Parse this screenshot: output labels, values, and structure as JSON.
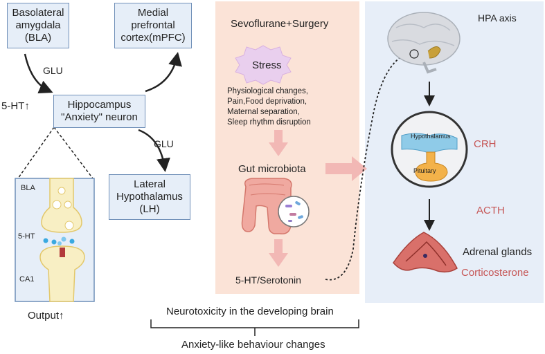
{
  "left": {
    "bla_box": "Basolateral amygdala (BLA)",
    "mpfc_box": "Medial prefrontal cortex(mPFC)",
    "hippocampus_box": "Hippocampus \"Anxiety\" neuron",
    "lh_box": "Lateral Hypothalamus (LH)",
    "glu_top": "GLU",
    "glu_bottom": "GLU",
    "serotonin_up": "5-HT↑",
    "synapse_bla": "BLA",
    "synapse_5ht": "5-HT",
    "synapse_ca1": "CA1",
    "output": "Output↑"
  },
  "middle": {
    "title": "Sevoflurane+Surgery",
    "stress": "Stress",
    "causes": [
      "Physiological changes,",
      "Pain,Food deprivation,",
      "Maternal separation,",
      "Sleep rhythm disruption"
    ],
    "gut": "Gut microbiota",
    "serotonin": "5-HT/Serotonin"
  },
  "right": {
    "title": "HPA axis",
    "hypothalamus": "Hypothalamus",
    "pituitary": "Pituitary",
    "crh": "CRH",
    "acth": "ACTH",
    "adrenal": "Adrenal glands",
    "corticosterone": "Corticosterone"
  },
  "bottom": {
    "neurotoxicity": "Neurotoxicity in the developing brain",
    "behaviour": "Anxiety-like behaviour changes"
  },
  "colors": {
    "box_fill": "#e6eef8",
    "box_border": "#6f8fb8",
    "pink_panel": "#fbe3d7",
    "blue_panel": "#e7eef8",
    "accent_red": "#c65656",
    "arrow_pink": "#f2b8b5"
  }
}
